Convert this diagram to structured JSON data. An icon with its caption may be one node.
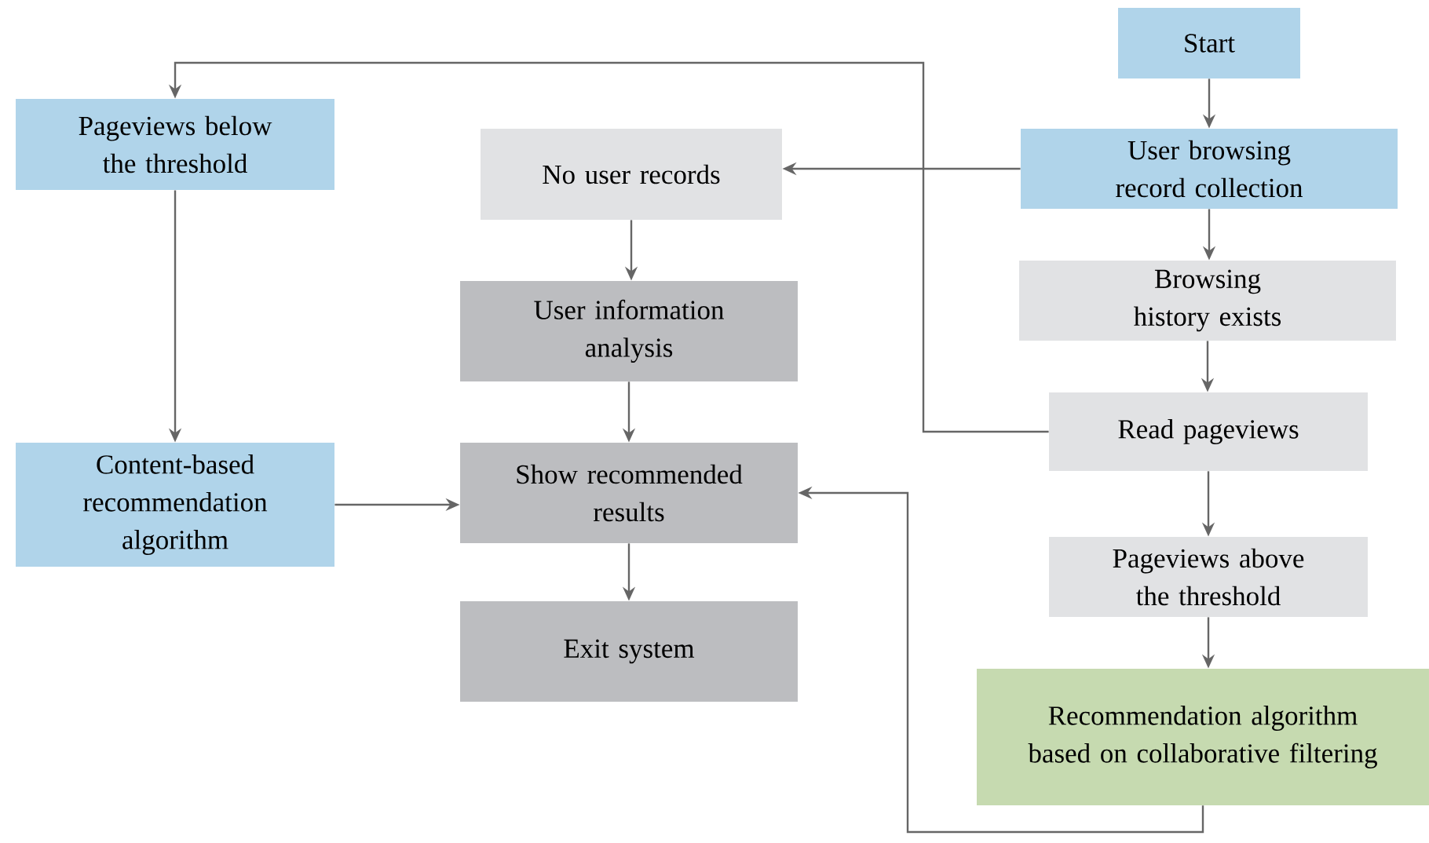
{
  "diagram": {
    "nodes": [
      {
        "text": [
          "Start"
        ]
      },
      {
        "text": [
          "User browsing record collection"
        ]
      },
      {
        "text": [
          "Browsing history exists"
        ]
      },
      {
        "text": [
          "Read pageviews"
        ]
      },
      {
        "text": [
          "Pageviews above the threshold"
        ]
      },
      {
        "text": [
          "Recommendation algorithm based on collaborative filtering"
        ]
      },
      {
        "text": [
          "Pageviews below the threshold"
        ]
      },
      {
        "text": [
          "No user records"
        ]
      },
      {
        "text": [
          "User information analysis"
        ]
      },
      {
        "text": [
          "Content-based recommendation algorithm"
        ]
      },
      {
        "text": [
          "Show recommended results"
        ]
      },
      {
        "text": [
          "Exit system"
        ]
      }
    ],
    "edges": [
      {
        "from": 0,
        "to": 1,
        "arrow": "to"
      },
      {
        "from": 1,
        "to": 7,
        "arrow": "to"
      },
      {
        "from": 1,
        "to": 2,
        "arrow": "to"
      },
      {
        "from": 2,
        "to": 3,
        "arrow": "to"
      },
      {
        "from": 3,
        "to": 6,
        "arrow": "to"
      },
      {
        "from": 3,
        "to": 4,
        "arrow": "to"
      },
      {
        "from": 4,
        "to": 5,
        "arrow": "to"
      },
      {
        "from": 6,
        "to": 9,
        "arrow": "to"
      },
      {
        "from": 9,
        "to": 10,
        "arrow": "to"
      },
      {
        "from": 7,
        "to": 8,
        "arrow": "to"
      },
      {
        "from": 8,
        "to": 10,
        "arrow": "to"
      },
      {
        "from": 10,
        "to": 11,
        "arrow": "to"
      },
      {
        "from": 5,
        "to": 10,
        "arrow": "to"
      }
    ]
  }
}
